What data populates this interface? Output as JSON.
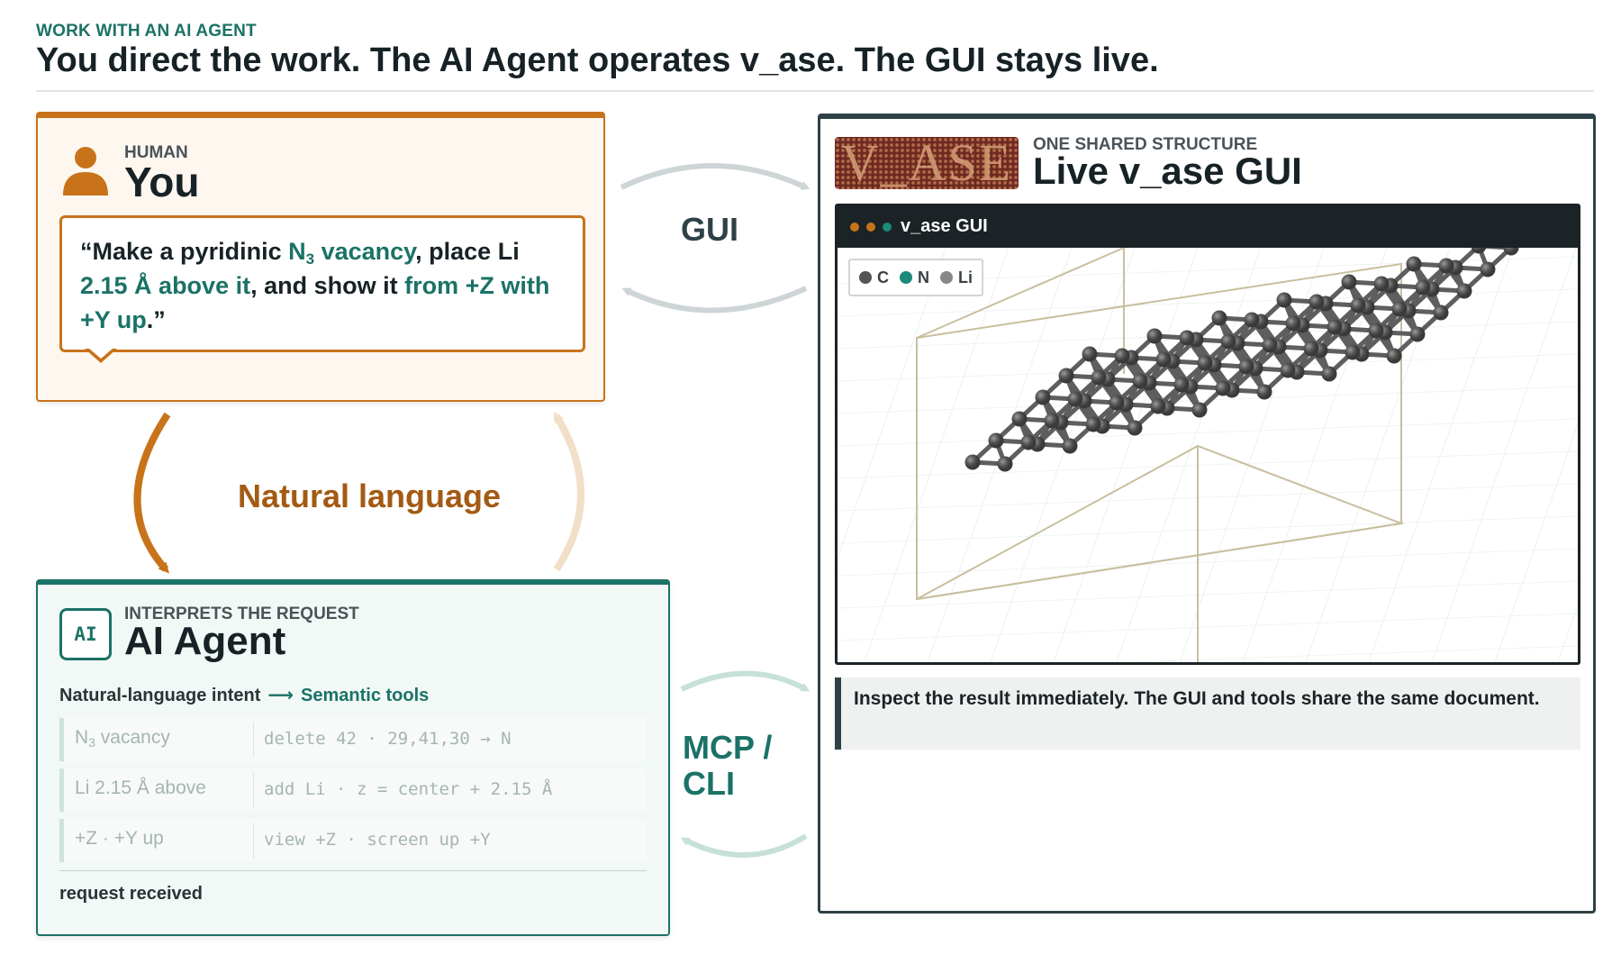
{
  "header": {
    "eyebrow": "WORK WITH AN AI AGENT",
    "headline": "You direct the work. The AI Agent operates v_ase. The GUI stays live."
  },
  "human": {
    "kicker": "HUMAN",
    "title": "You",
    "icon": "person-icon",
    "quote": {
      "p1": "“Make a pyridinic ",
      "h1": "N",
      "h1_sub": "3",
      "h1_rest": " vacancy",
      "p2": ", place Li ",
      "h2": "2.15 Å above it",
      "p3": ", and show it ",
      "h3": "from +Z with +Y up",
      "p4": ".”"
    }
  },
  "connectors": {
    "gui": "GUI",
    "natural_language": "Natural language",
    "mcp_cli_line1": "MCP /",
    "mcp_cli_line2": "CLI"
  },
  "agent": {
    "kicker": "INTERPRETS THE REQUEST",
    "title": "AI Agent",
    "badge": "AI",
    "flow_from": "Natural-language intent",
    "flow_arrow": "⟶",
    "flow_to": "Semantic tools",
    "mappings": [
      {
        "intent": "N",
        "intent_sub": "3",
        "intent_rest": " vacancy",
        "command": "delete 42 · 29,41,30 → N"
      },
      {
        "intent": "Li 2.15 Å above",
        "intent_sub": "",
        "intent_rest": "",
        "command": "add Li · z = center + 2.15 Å"
      },
      {
        "intent": "+Z · +Y up",
        "intent_sub": "",
        "intent_rest": "",
        "command": "view +Z · screen up +Y"
      }
    ],
    "status": "request received"
  },
  "gui_panel": {
    "logo_text": "V_ASE",
    "kicker": "ONE SHARED STRUCTURE",
    "title": "Live v_ase GUI",
    "viewer_title": "v_ase GUI",
    "window_dots": [
      "#c8731a",
      "#c8731a",
      "#1b8a7a"
    ],
    "legend": [
      {
        "label": "C",
        "color": "#555555"
      },
      {
        "label": "N",
        "color": "#1b8a7a"
      },
      {
        "label": "Li",
        "color": "#888888"
      }
    ],
    "note": "Inspect the result immediately. The GUI and tools share the same document."
  },
  "colors": {
    "human_accent": "#c8731a",
    "agent_accent": "#1b7266",
    "gui_accent": "#2e4146"
  }
}
